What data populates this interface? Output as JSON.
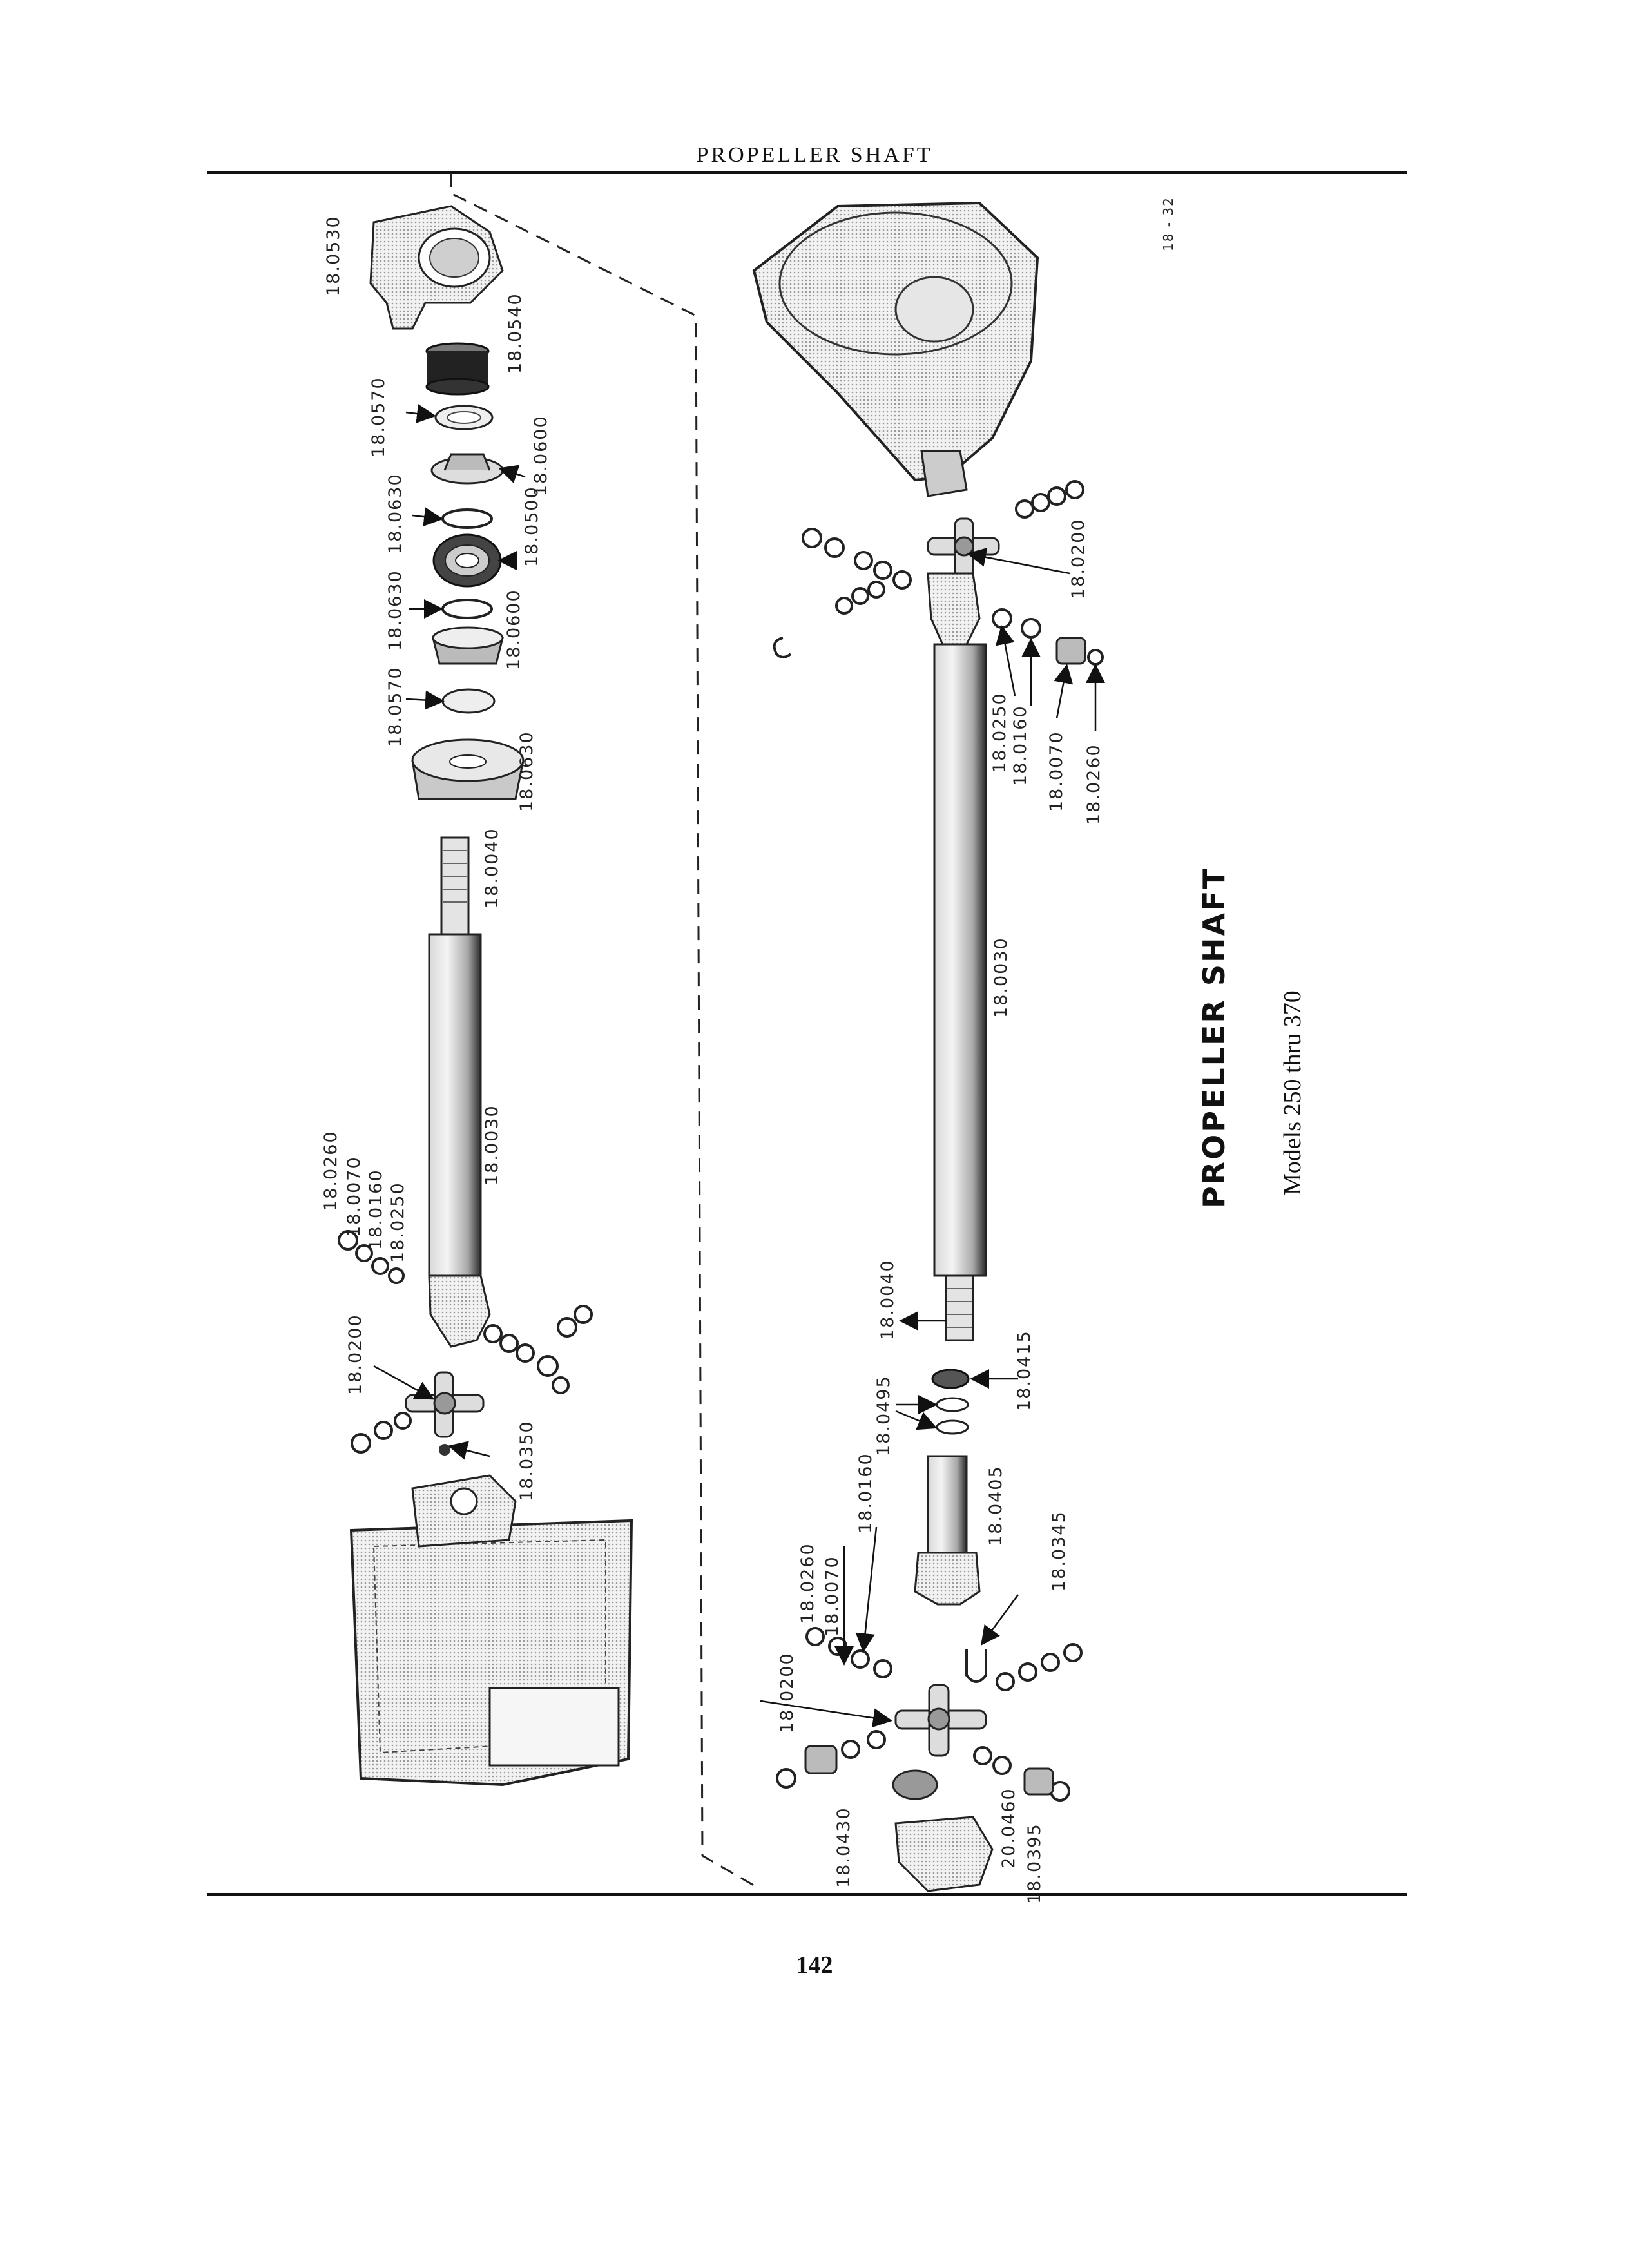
{
  "header": {
    "running_title": "PROPELLER SHAFT"
  },
  "footer": {
    "page_number": "142"
  },
  "plate": {
    "plate_id": "18 - 32",
    "title": "PROPELLER SHAFT",
    "subtitle": "Models 250 thru 370"
  },
  "callouts": {
    "left": [
      "18.0530",
      "18.0540",
      "18.0570",
      "18.0600",
      "18.0630",
      "18.0500",
      "18.0630",
      "18.0600",
      "18.0570",
      "18.0630",
      "18.0040",
      "18.0030",
      "18.0260",
      "18.0070",
      "18.0160",
      "18.0250",
      "18.0200",
      "18.0350"
    ],
    "right": [
      "18.0200",
      "18.0250",
      "18.0160",
      "18.0070",
      "18.0260",
      "18.0030",
      "18.0040",
      "18.0415",
      "18.0495",
      "18.0405",
      "18.0160",
      "18.0260",
      "18.0070",
      "18.0345",
      "18.0200",
      "18.0430",
      "20.0460",
      "18.0395"
    ]
  }
}
